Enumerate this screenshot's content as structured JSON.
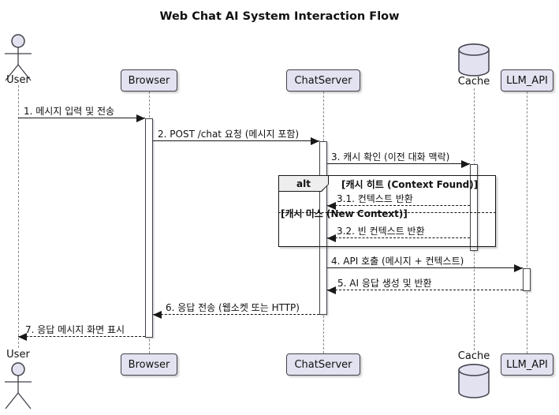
{
  "title": "Web Chat AI System Interaction Flow",
  "participants": {
    "user": {
      "label": "User",
      "type": "actor"
    },
    "browser": {
      "label": "Browser",
      "type": "participant"
    },
    "chatserver": {
      "label": "ChatServer",
      "type": "participant"
    },
    "cache": {
      "label": "Cache",
      "type": "database"
    },
    "llm_api": {
      "label": "LLM_API",
      "type": "participant"
    }
  },
  "messages": [
    {
      "id": "1",
      "label": "1. 메시지 입력 및 전송",
      "from": "User",
      "to": "Browser",
      "line": "solid"
    },
    {
      "id": "2",
      "label": "2. POST /chat 요청 (메시지 포함)",
      "from": "Browser",
      "to": "ChatServer",
      "line": "solid"
    },
    {
      "id": "3",
      "label": "3. 캐시 확인 (이전 대화 맥락)",
      "from": "ChatServer",
      "to": "Cache",
      "line": "solid"
    },
    {
      "id": "3.1",
      "label": "3.1. 컨텍스트 반환",
      "from": "Cache",
      "to": "ChatServer",
      "line": "dashed"
    },
    {
      "id": "3.2",
      "label": "3.2. 빈 컨텍스트 반환",
      "from": "Cache",
      "to": "ChatServer",
      "line": "dashed"
    },
    {
      "id": "4",
      "label": "4. API 호출 (메시지 + 컨텍스트)",
      "from": "ChatServer",
      "to": "LLM_API",
      "line": "solid"
    },
    {
      "id": "5",
      "label": "5. AI 응답 생성 및 반환",
      "from": "LLM_API",
      "to": "ChatServer",
      "line": "dashed"
    },
    {
      "id": "6",
      "label": "6. 응답 전송 (웹소켓 또는 HTTP)",
      "from": "ChatServer",
      "to": "Browser",
      "line": "dashed"
    },
    {
      "id": "7",
      "label": "7. 응답 메시지 화면 표시",
      "from": "Browser",
      "to": "User",
      "line": "dashed"
    }
  ],
  "alt_fragment": {
    "operator": "alt",
    "guards": [
      "[캐시 히트 (Context Found)]",
      "[캐시 미스 (New Context)]"
    ]
  },
  "colors": {
    "participant_fill": "#E2E2F0",
    "participant_border": "#42424C",
    "arrow": "#181818",
    "lifeline": "#8A8A8A",
    "alt_operator_fill": "#EEEEEE",
    "background": "#FFFFFF"
  }
}
